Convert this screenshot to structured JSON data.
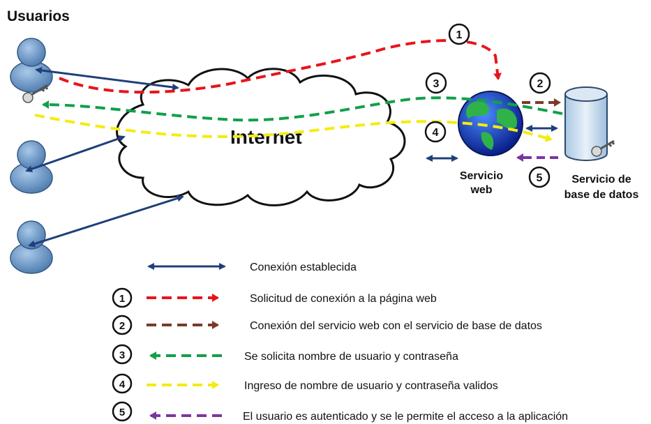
{
  "title": "Usuarios",
  "internet_label": "Internet",
  "web_service_label": [
    "Servicio",
    "web"
  ],
  "db_service_label": [
    "Servicio de",
    "base de datos"
  ],
  "step_numbers": [
    "1",
    "2",
    "3",
    "4",
    "5"
  ],
  "colors": {
    "connection": "#1f3f7a",
    "step1": "#e8141a",
    "step2": "#7a3a2a",
    "step3": "#12a04a",
    "step4": "#f4ec10",
    "step5": "#7a36a0",
    "user_fill": "#5f8fc4",
    "cylinder_fill": "#cfe0f0"
  },
  "legend": [
    {
      "number": "",
      "text": "Conexión establecida",
      "style": "connection"
    },
    {
      "number": "1",
      "text": "Solicitud de conexión a la página web",
      "style": "step1"
    },
    {
      "number": "2",
      "text": "Conexión del servicio web con el servicio de base de datos",
      "style": "step2"
    },
    {
      "number": "3",
      "text": "Se solicita nombre de usuario y contraseña",
      "style": "step3"
    },
    {
      "number": "4",
      "text": "Ingreso de nombre de usuario y contraseña validos",
      "style": "step4"
    },
    {
      "number": "5",
      "text": "El usuario es autenticado y se le permite el acceso a la aplicación",
      "style": "step5"
    }
  ]
}
